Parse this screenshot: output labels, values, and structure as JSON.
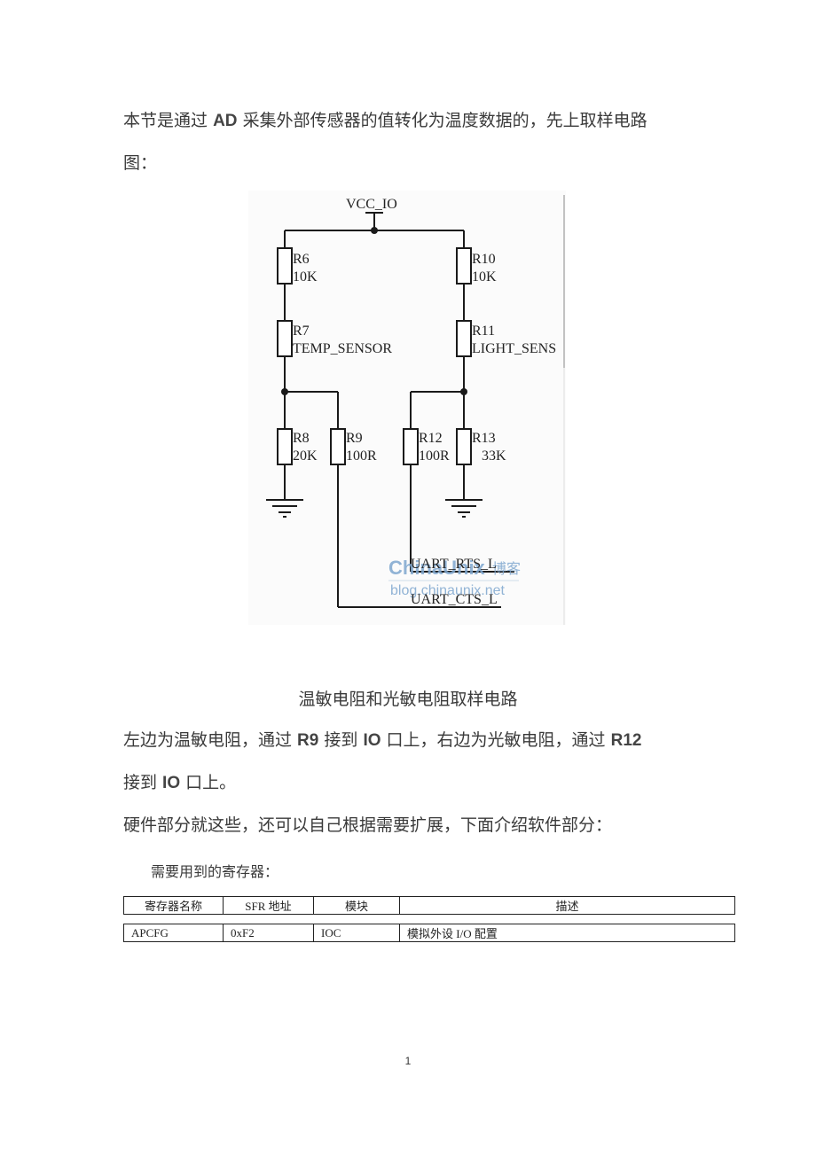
{
  "intro": {
    "line1_before": "本节是通过",
    "line1_bold": "AD",
    "line1_after": "采集外部传感器的值转化为温度数据的，先上取样电路",
    "line2": "图："
  },
  "figure": {
    "vcc_label": "VCC_IO",
    "resistors": [
      {
        "ref": "R6",
        "value": "10K"
      },
      {
        "ref": "R7",
        "value": "TEMP_SENSOR"
      },
      {
        "ref": "R8",
        "value": "20K"
      },
      {
        "ref": "R9",
        "value": "100R"
      },
      {
        "ref": "R10",
        "value": "10K"
      },
      {
        "ref": "R11",
        "value": "LIGHT_SENS"
      },
      {
        "ref": "R12",
        "value": "100R"
      },
      {
        "ref": "R13",
        "value": "33K"
      }
    ],
    "net_labels": {
      "rts": "UART_RTS_L",
      "cts": "UART_CTS_L"
    },
    "watermark": {
      "brand": "ChinaUnix",
      "suffix": "博客",
      "url": "blog.chinaunix.net"
    }
  },
  "caption": "温敏电阻和光敏电阻取样电路",
  "body": {
    "p1": [
      {
        "t": "左边为温敏电阻，通过 ",
        "b": false
      },
      {
        "t": "R9",
        "b": true
      },
      {
        "t": " 接到 ",
        "b": false
      },
      {
        "t": "IO",
        "b": true
      },
      {
        "t": " 口上，右边为光敏电阻，通过 ",
        "b": false
      },
      {
        "t": "R12",
        "b": true
      }
    ],
    "p2": [
      {
        "t": "接到 ",
        "b": false
      },
      {
        "t": "IO",
        "b": true
      },
      {
        "t": " 口上。",
        "b": false
      }
    ],
    "p3": "硬件部分就这些，还可以自己根据需要扩展，下面介绍软件部分："
  },
  "registers": {
    "heading": "需要用到的寄存器：",
    "columns": [
      "寄存器名称",
      "SFR 地址",
      "模块",
      "描述"
    ],
    "rows": [
      [
        "APCFG",
        "0xF2",
        "IOC",
        "模拟外设 I/O 配置"
      ]
    ]
  },
  "page_number": "1"
}
